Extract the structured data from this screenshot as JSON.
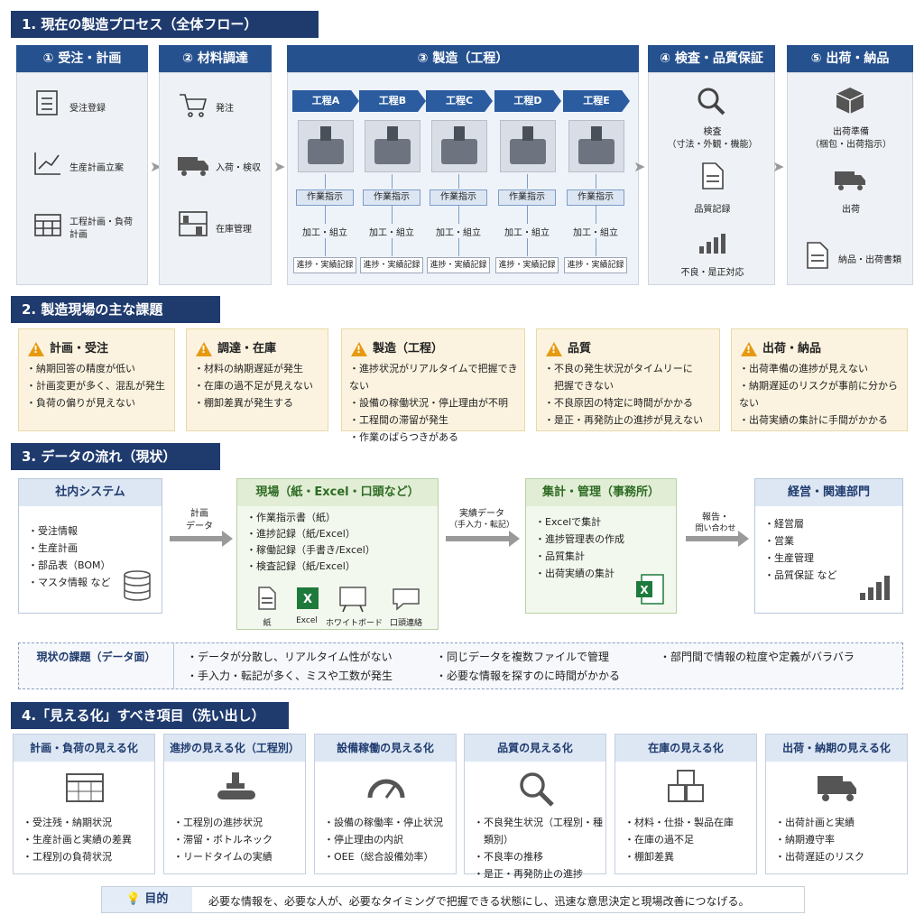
{
  "sec1": {
    "title": "1. 現在の製造プロセス（全体フロー）",
    "p1": {
      "head": "① 受注・計画",
      "items": [
        "受注登録",
        "生産計画立案",
        "工程計画・負荷",
        "計画"
      ]
    },
    "p2": {
      "head": "② 材料調達",
      "items": [
        "発注",
        "入荷・検収",
        "在庫管理"
      ]
    },
    "p3": {
      "head": "③ 製造（工程）",
      "steps": [
        "工程A",
        "工程B",
        "工程C",
        "工程D",
        "工程E"
      ],
      "tag1": "作業指示",
      "tag2": "加工・組立",
      "tag3": "進捗・実績記録"
    },
    "p4": {
      "head": "④ 検査・品質保証",
      "items": [
        "検査",
        "（寸法・外観・機能）",
        "品質記録",
        "不良・是正対応"
      ]
    },
    "p5": {
      "head": "⑤ 出荷・納品",
      "items": [
        "出荷準備",
        "（梱包・出荷指示）",
        "出荷",
        "納品・出荷書類"
      ]
    }
  },
  "sec2": {
    "title": "2. 製造現場の主な課題",
    "boxes": [
      {
        "title": "計画・受注",
        "items": [
          "・納期回答の精度が低い",
          "・計画変更が多く、混乱が発生",
          "・負荷の偏りが見えない"
        ]
      },
      {
        "title": "調達・在庫",
        "items": [
          "・材料の納期遅延が発生",
          "・在庫の過不足が見えない",
          "・棚卸差異が発生する"
        ]
      },
      {
        "title": "製造（工程）",
        "items": [
          "・進捗状況がリアルタイムで把握できない",
          "・設備の稼働状況・停止理由が不明",
          "・工程間の滞留が発生",
          "・作業のばらつきがある"
        ]
      },
      {
        "title": "品質",
        "items": [
          "・不良の発生状況がタイムリーに",
          "　把握できない",
          "・不良原因の特定に時間がかかる",
          "・是正・再発防止の進捗が見えない"
        ]
      },
      {
        "title": "出荷・納品",
        "items": [
          "・出荷準備の進捗が見えない",
          "・納期遅延のリスクが事前に分からない",
          "・出荷実績の集計に手間がかかる"
        ]
      }
    ]
  },
  "sec3": {
    "title": "3. データの流れ（現状）",
    "sys": {
      "head": "社内システム",
      "items": [
        "・受注情報",
        "・生産計画",
        "・部品表（BOM）",
        "・マスタ情報 など"
      ]
    },
    "a1": [
      "計画",
      "データ"
    ],
    "site": {
      "head": "現場（紙・Excel・口頭など）",
      "items": [
        "・作業指示書（紙）",
        "・進捗記録（紙/Excel）",
        "・稼働記録（手書き/Excel）",
        "・検査記録（紙/Excel）"
      ],
      "icons": [
        "紙",
        "Excel",
        "ホワイトボード",
        "口頭連絡"
      ]
    },
    "a2": [
      "実績データ",
      "（手入力・転記）"
    ],
    "office": {
      "head": "集計・管理（事務所）",
      "items": [
        "・Excelで集計",
        "・進捗管理表の作成",
        "・品質集計",
        "・出荷実績の集計"
      ]
    },
    "a3": [
      "報告・",
      "問い合わせ"
    ],
    "mgmt": {
      "head": "経営・関連部門",
      "items": [
        "・経営層",
        "・営業",
        "・生産管理",
        "・品質保証 など"
      ]
    },
    "issues": {
      "label": "現状の課題（データ面）",
      "items": [
        "・データが分散し、リアルタイム性がない",
        "・同じデータを複数ファイルで管理",
        "・部門間で情報の粒度や定義がバラバラ",
        "・手入力・転記が多く、ミスや工数が発生",
        "・必要な情報を探すのに時間がかかる"
      ]
    }
  },
  "sec4": {
    "title": "4.「見える化」すべき項目（洗い出し）",
    "boxes": [
      {
        "head": "計画・負荷の見える化",
        "items": [
          "・受注残・納期状況",
          "・生産計画と実績の差異",
          "・工程別の負荷状況"
        ]
      },
      {
        "head": "進捗の見える化（工程別）",
        "items": [
          "・工程別の進捗状況",
          "・滞留・ボトルネック",
          "・リードタイムの実績"
        ]
      },
      {
        "head": "設備稼働の見える化",
        "items": [
          "・設備の稼働率・停止状況",
          "・停止理由の内訳",
          "・OEE（総合設備効率）"
        ]
      },
      {
        "head": "品質の見える化",
        "items": [
          "・不良発生状況（工程別・種",
          "　類別）",
          "・不良率の推移",
          "・是正・再発防止の進捗"
        ]
      },
      {
        "head": "在庫の見える化",
        "items": [
          "・材料・仕掛・製品在庫",
          "・在庫の過不足",
          "・棚卸差異"
        ]
      },
      {
        "head": "出荷・納期の見える化",
        "items": [
          "・出荷計画と実績",
          "・納期遵守率",
          "・出荷遅延のリスク"
        ]
      }
    ]
  },
  "purpose": {
    "label": "目的",
    "text": "必要な情報を、必要な人が、必要なタイミングで把握できる状態にし、迅速な意思決定と現場改善につなげる。"
  }
}
